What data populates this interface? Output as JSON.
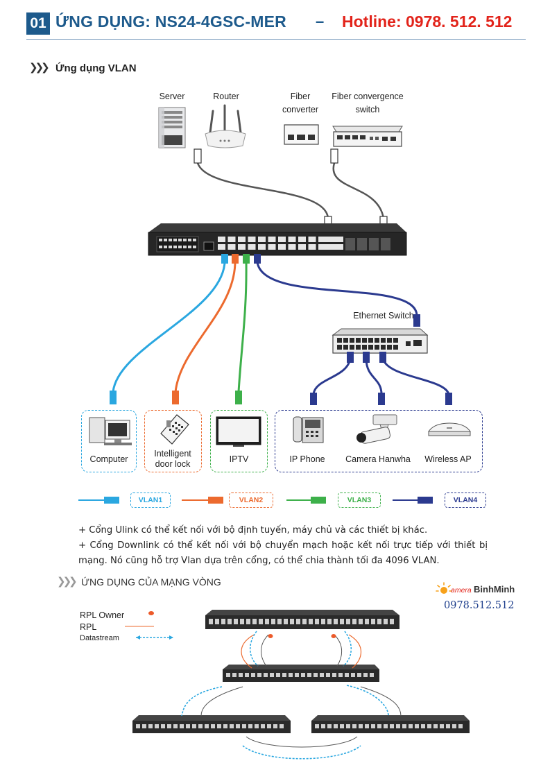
{
  "header": {
    "number": "01",
    "title": "ỨNG DỤNG: NS24-4GSC-MER",
    "dash": "–",
    "hotline": "Hotline: 0978. 512. 512"
  },
  "section_vlan": {
    "title": "Ứng dụng VLAN",
    "top_devices": {
      "server": "Server",
      "router": "Router",
      "fiber_converter": "Fiber converter",
      "fiber_convergence": "Fiber convergence switch"
    },
    "ethernet_switch": "Ethernet Switch",
    "end_devices": {
      "computer": "Computer",
      "door_lock": "Intelligent door lock",
      "iptv": "IPTV",
      "ip_phone": "IP Phone",
      "camera": "Camera Hanwha",
      "wireless_ap": "Wireless AP"
    },
    "vlans": [
      {
        "label": "VLAN1",
        "color": "#2aa7e0"
      },
      {
        "label": "VLAN2",
        "color": "#ec6a2e"
      },
      {
        "label": "VLAN3",
        "color": "#3db04a"
      },
      {
        "label": "VLAN4",
        "color": "#2b3a8f"
      }
    ]
  },
  "description": {
    "line1": "+ Cổng Ulink có thể kết nối với bộ định tuyến, máy chủ và các thiết bị khác.",
    "line2": "+ Cổng Downlink có thể kết nối với bộ chuyển mạch hoặc kết nối trực tiếp với thiết bị mạng. Nó cũng hỗ trợ Vlan dựa trên cổng, có thể chia thành tối đa 4096 VLAN."
  },
  "section_ring": {
    "title": "ỨNG DỤNG CỦA MẠNG VÒNG",
    "legend": {
      "rpl_owner": "RPL Owner",
      "rpl": "RPL",
      "datastream": "Datastream"
    }
  },
  "brand": {
    "name_prefix": "amera",
    "name_main": "BinhMinh",
    "phone": "0978.512.512"
  },
  "colors": {
    "brand_blue": "#1d5a8c",
    "hotline_red": "#e2231a",
    "vlan1": "#2aa7e0",
    "vlan2": "#ec6a2e",
    "vlan3": "#3db04a",
    "vlan4": "#2b3a8f"
  }
}
